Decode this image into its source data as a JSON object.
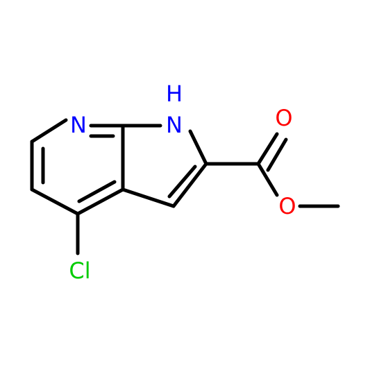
{
  "molecule": {
    "atoms": {
      "pyridine_n": {
        "label": "N",
        "color": "#0000ff"
      },
      "pyrrole_n": {
        "label": "N",
        "color": "#0000ff"
      },
      "pyrrole_h": {
        "label": "H",
        "color": "#0000ff"
      },
      "carbonyl_o": {
        "label": "O",
        "color": "#ff0000"
      },
      "ester_o": {
        "label": "O",
        "color": "#ff0000"
      },
      "chlorine": {
        "label": "Cl",
        "color": "#00cc00"
      }
    },
    "bond_color": "#000000"
  }
}
